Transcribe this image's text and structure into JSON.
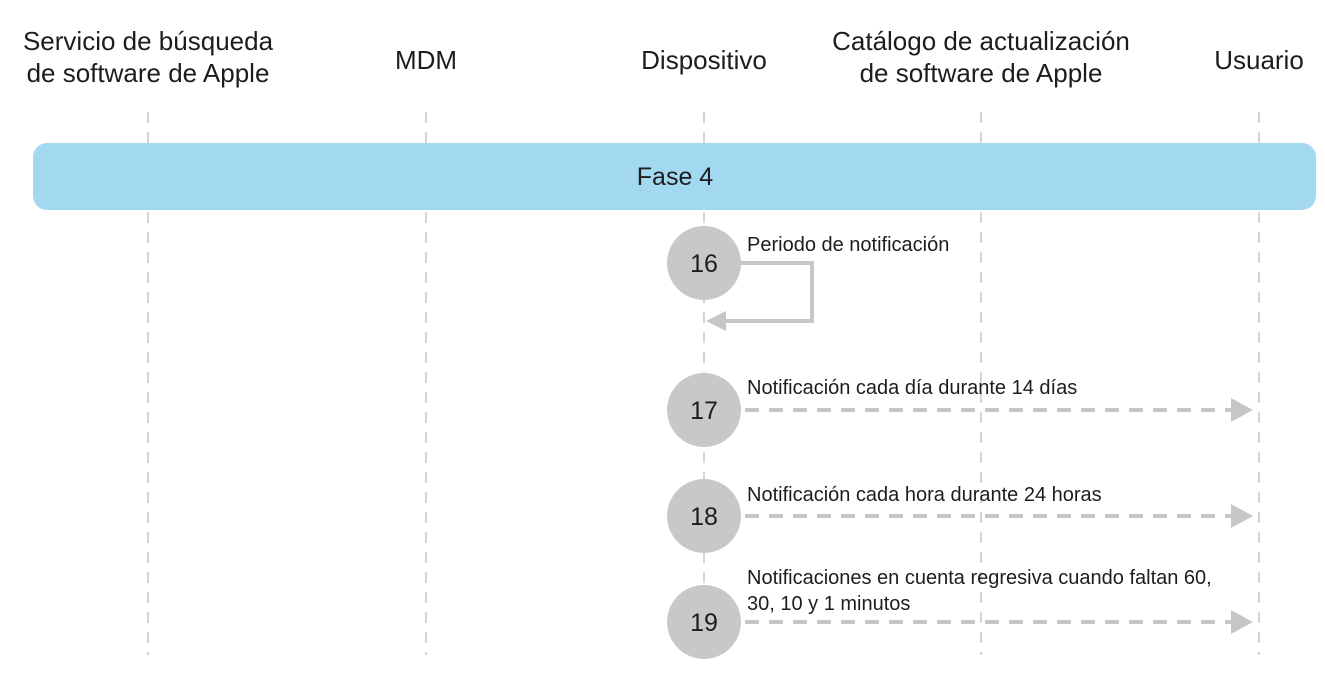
{
  "lanes": [
    {
      "id": "lookup",
      "title_lines": [
        "Servicio de búsqueda",
        "de software de Apple"
      ]
    },
    {
      "id": "mdm",
      "title_lines": [
        "MDM"
      ]
    },
    {
      "id": "device",
      "title_lines": [
        "Dispositivo"
      ]
    },
    {
      "id": "catalog",
      "title_lines": [
        "Catálogo de actualización",
        "de software de Apple"
      ]
    },
    {
      "id": "user",
      "title_lines": [
        "Usuario"
      ]
    }
  ],
  "phase": {
    "label": "Fase 4",
    "color": "#a3d9f0"
  },
  "steps": [
    {
      "number": "16",
      "label_lines": [
        "Periodo de notificación"
      ],
      "from": "device",
      "to": "device",
      "style": "self-loop"
    },
    {
      "number": "17",
      "label_lines": [
        "Notificación cada día durante 14 días"
      ],
      "from": "device",
      "to": "user",
      "style": "dashed"
    },
    {
      "number": "18",
      "label_lines": [
        "Notificación cada hora durante 24 horas"
      ],
      "from": "device",
      "to": "user",
      "style": "dashed"
    },
    {
      "number": "19",
      "label_lines": [
        "Notificaciones en cuenta regresiva cuando faltan 60,",
        "30, 10 y 1 minutos"
      ],
      "from": "device",
      "to": "user",
      "style": "dashed"
    }
  ],
  "colors": {
    "lifeline": "#bdbdbd",
    "step_circle": "#c8c8c8",
    "arrow": "#c6c6c6",
    "text": "#1d1d1f"
  }
}
